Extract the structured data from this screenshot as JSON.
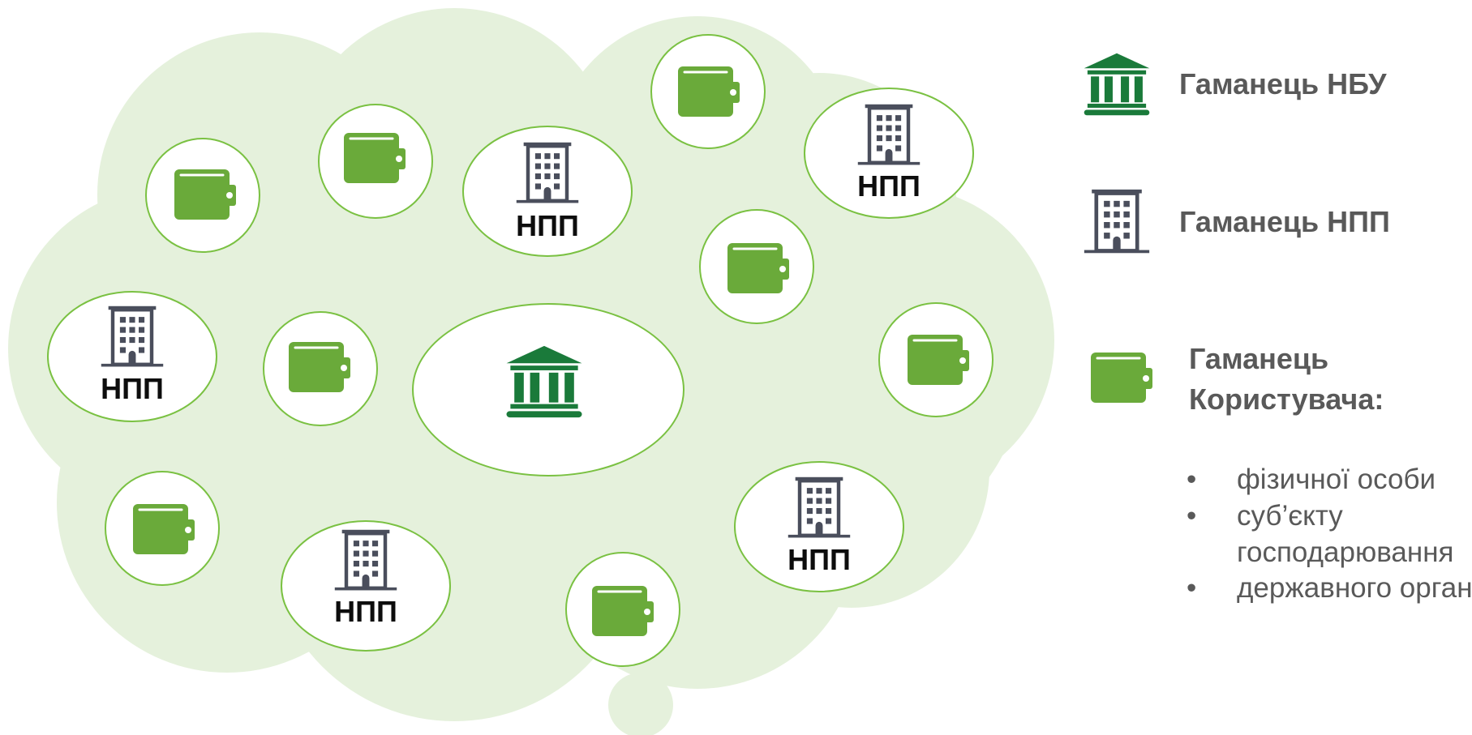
{
  "colors": {
    "cloud": "#e5f1dc",
    "node_fill": "#ffffff",
    "node_stroke": "#7ac142",
    "wallet": "#6aaa3a",
    "bank": "#1a7a3a",
    "building": "#4a4e5c",
    "legend_text": "#595959"
  },
  "diagram": {
    "central_node": {
      "icon": "bank-icon"
    },
    "npp_nodes": [
      {
        "label": "НПП",
        "icon": "building-icon"
      },
      {
        "label": "НПП",
        "icon": "building-icon"
      },
      {
        "label": "НПП",
        "icon": "building-icon"
      },
      {
        "label": "НПП",
        "icon": "building-icon"
      },
      {
        "label": "НПП",
        "icon": "building-icon"
      }
    ],
    "wallet_nodes": [
      {
        "icon": "wallet-icon"
      },
      {
        "icon": "wallet-icon"
      },
      {
        "icon": "wallet-icon"
      },
      {
        "icon": "wallet-icon"
      },
      {
        "icon": "wallet-icon"
      },
      {
        "icon": "wallet-icon"
      },
      {
        "icon": "wallet-icon"
      },
      {
        "icon": "wallet-icon"
      },
      {
        "icon": "wallet-icon"
      }
    ]
  },
  "legend": {
    "nbu": {
      "icon": "bank-icon",
      "label": "Гаманець НБУ"
    },
    "npp": {
      "icon": "building-icon",
      "label": "Гаманець НПП"
    },
    "user": {
      "icon": "wallet-icon",
      "label_line1": "Гаманець",
      "label_line2": "Користувача:",
      "items": [
        {
          "bullet": "•",
          "text": "фізичної особи"
        },
        {
          "bullet": "•",
          "text": "суб’єкту господарювання"
        },
        {
          "bullet": "•",
          "text": "державного органу"
        }
      ]
    }
  }
}
